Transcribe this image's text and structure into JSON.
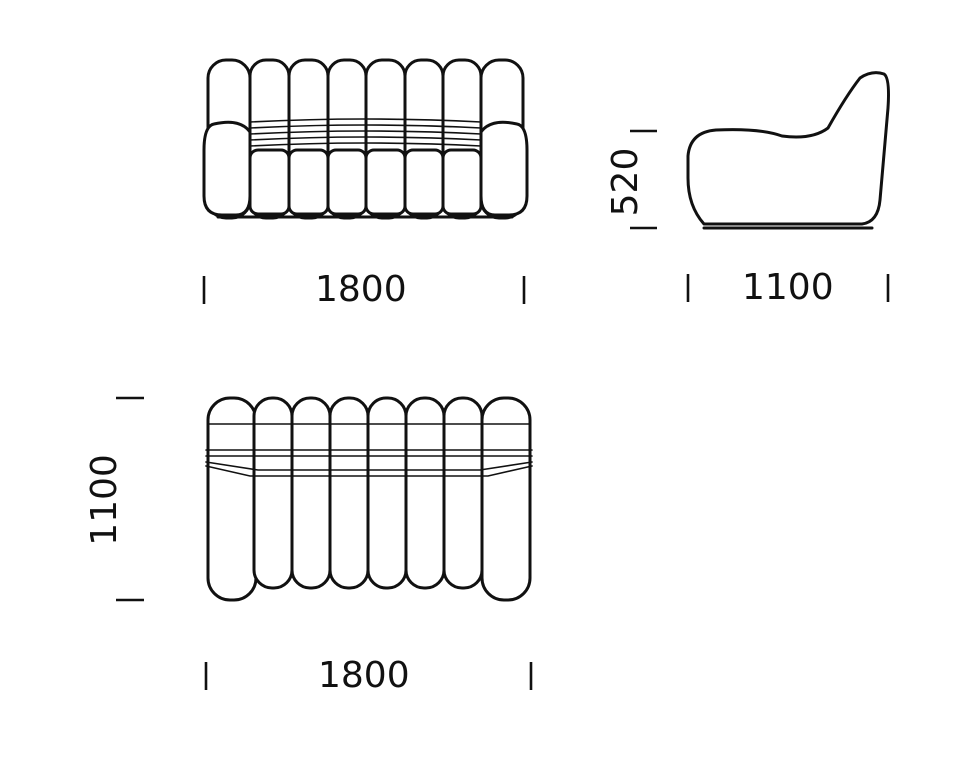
{
  "dimensions": {
    "front_width": "1800",
    "side_depth": "1100",
    "side_height": "520",
    "top_depth": "1100",
    "top_width": "1800"
  },
  "colors": {
    "line": "#111111",
    "background": "#ffffff"
  }
}
